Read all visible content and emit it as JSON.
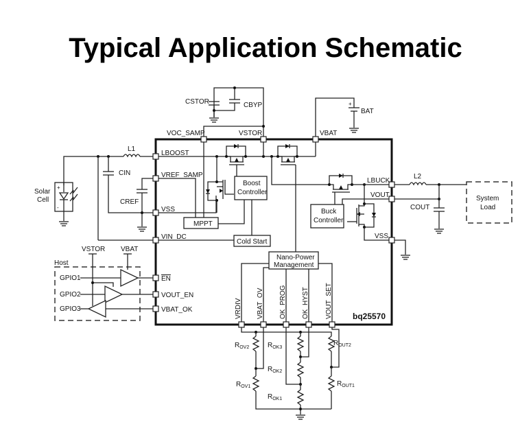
{
  "title": "Typical Application Schematic",
  "ic": {
    "part_number": "bq25570",
    "pins": {
      "voc_samp": "VOC_SAMP",
      "vstor": "VSTOR",
      "vbat": "VBAT",
      "lboost": "LBOOST",
      "vref_samp": "VREF_SAMP",
      "vss_left": "VSS",
      "vin_dc": "VIN_DC",
      "en": "EN",
      "vout_en": "VOUT_EN",
      "vbat_ok": "VBAT_OK",
      "lbuck": "LBUCK",
      "vout": "VOUT",
      "vss_right": "VSS",
      "vrdiv": "VRDIV",
      "vbat_ov": "VBAT_OV",
      "ok_prog": "OK_PROG",
      "ok_hyst": "OK_HYST",
      "vout_set": "VOUT_SET"
    },
    "blocks": {
      "boost_line1": "Boost",
      "boost_line2": "Controller",
      "buck_line1": "Buck",
      "buck_line2": "Controller",
      "mppt": "MPPT",
      "cold_start": "Cold Start",
      "npm_line1": "Nano-Power",
      "npm_line2": "Management"
    }
  },
  "components": {
    "cstor": "CSTOR",
    "cbyp": "CBYP",
    "bat": "BAT",
    "bat_plus": "+",
    "l1": "L1",
    "cin": "CIN",
    "cref": "CREF",
    "solar_line1": "Solar",
    "solar_line2": "Cell",
    "solar_plus": "+",
    "solar_minus": "-",
    "l2": "L2",
    "cout": "COUT",
    "load_line1": "System",
    "load_line2": "Load"
  },
  "host": {
    "label": "Host",
    "vstor": "VSTOR",
    "vbat": "VBAT",
    "gpio1": "GPIO1",
    "gpio2": "GPIO2",
    "gpio3": "GPIO3"
  },
  "resistors": {
    "rov2": {
      "main": "R",
      "sub": "OV2"
    },
    "rov1": {
      "main": "R",
      "sub": "OV1"
    },
    "rok3": {
      "main": "R",
      "sub": "OK3"
    },
    "rok2": {
      "main": "R",
      "sub": "OK2"
    },
    "rok1": {
      "main": "R",
      "sub": "OK1"
    },
    "rout2": {
      "main": "R",
      "sub": "OUT2"
    },
    "rout1": {
      "main": "R",
      "sub": "OUT1"
    }
  }
}
